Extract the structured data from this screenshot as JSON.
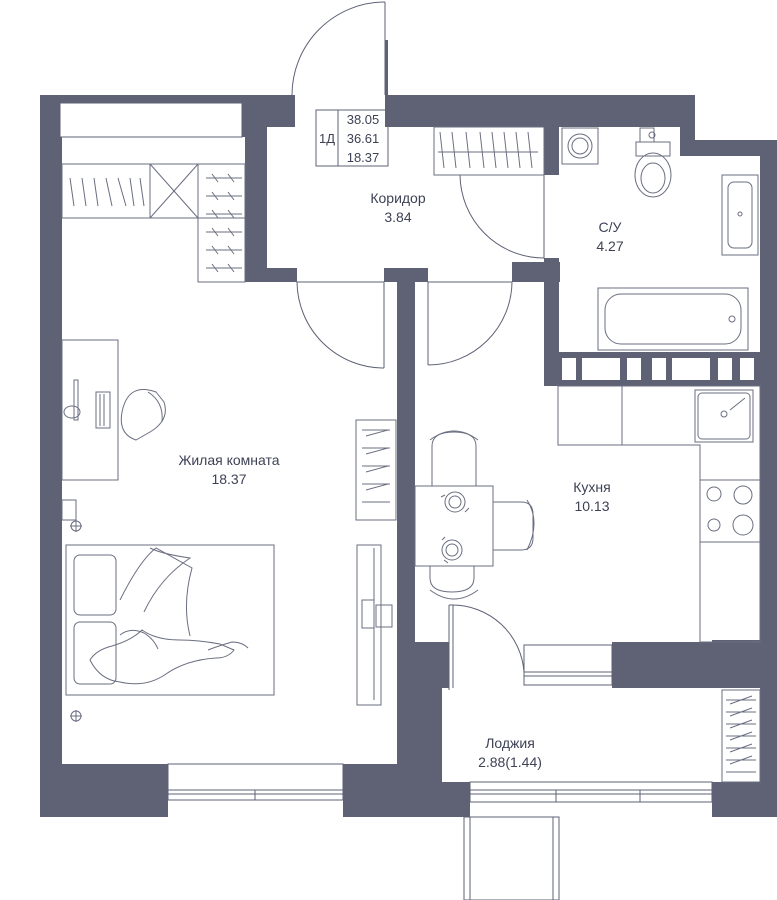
{
  "apartment": {
    "type_label": "1Д",
    "total_area": "38.05",
    "living_area_total": "36.61",
    "living_area": "18.37"
  },
  "rooms": {
    "corridor": {
      "name": "Коридор",
      "area": "3.84"
    },
    "bathroom": {
      "name": "С/У",
      "area": "4.27"
    },
    "living_room": {
      "name": "Жилая комната",
      "area": "18.37"
    },
    "kitchen": {
      "name": "Кухня",
      "area": "10.13"
    },
    "loggia": {
      "name": "Лоджия",
      "area": "2.88(1.44)"
    }
  },
  "colors": {
    "wall": "#5e6274",
    "line": "#6a6e80",
    "text": "#3d4255",
    "background": "#ffffff"
  }
}
